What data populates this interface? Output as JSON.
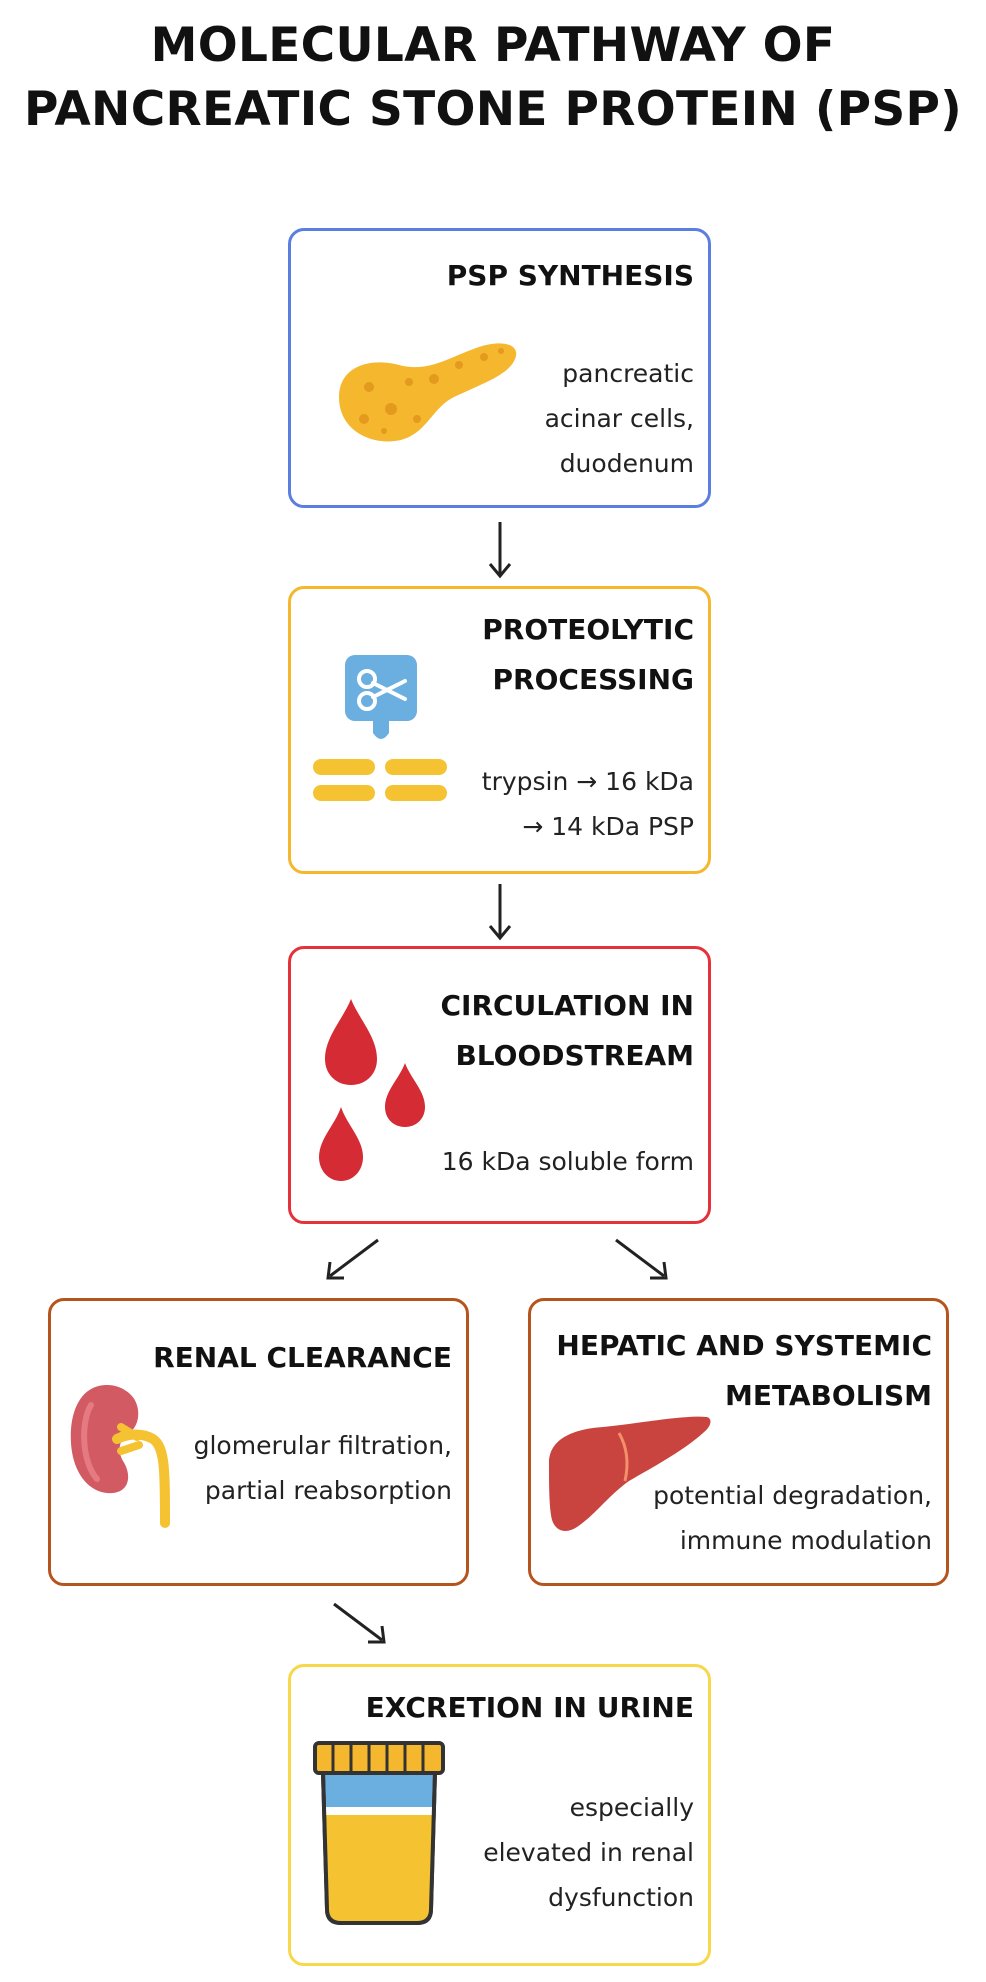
{
  "title": {
    "line1": "MOLECULAR PATHWAY OF",
    "line2": "PANCREATIC STONE PROTEIN (PSP)"
  },
  "colors": {
    "synthesis": "#5B7FE0",
    "processing": "#F5B72E",
    "circulation": "#E5323A",
    "renal": "#B5551E",
    "hepatic": "#B5551E",
    "excretion": "#F7D84A"
  },
  "boxes": {
    "synthesis": {
      "title": [
        "PSP SYNTHESIS"
      ],
      "text": [
        "pancreatic",
        "acinar cells,",
        "duodenum"
      ],
      "icon": "pancreas-icon"
    },
    "processing": {
      "title": [
        "PROTEOLYTIC",
        "PROCESSING"
      ],
      "text": [
        "trypsin → 16 kDa",
        "→ 14 kDa PSP"
      ],
      "icon": "scissors-icon"
    },
    "circulation": {
      "title": [
        "CIRCULATION IN",
        "BLOODSTREAM"
      ],
      "text": [
        "16 kDa soluble form"
      ],
      "icon": "blood-drops-icon"
    },
    "renal": {
      "title": [
        "RENAL CLEARANCE"
      ],
      "text": [
        "glomerular filtration,",
        "partial reabsorption"
      ],
      "icon": "kidney-icon"
    },
    "hepatic": {
      "title": [
        "HEPATIC AND SYSTEMIC",
        "METABOLISM"
      ],
      "text": [
        "potential degradation,",
        "immune modulation"
      ],
      "icon": "liver-icon"
    },
    "excretion": {
      "title": [
        "EXCRETION IN URINE"
      ],
      "text": [
        "especially",
        "elevated in renal",
        "dysfunction"
      ],
      "icon": "urine-cup-icon"
    }
  }
}
